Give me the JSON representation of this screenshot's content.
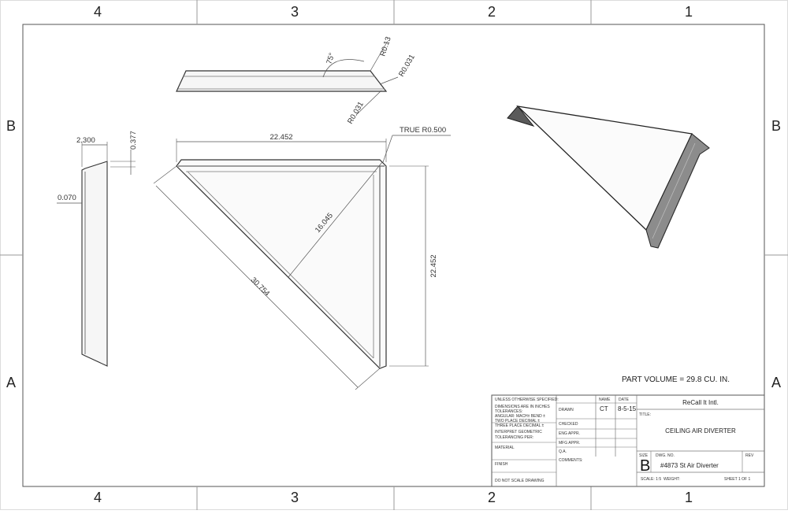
{
  "zones": {
    "columns_top": [
      "4",
      "3",
      "2",
      "1"
    ],
    "columns_bottom": [
      "4",
      "3",
      "2",
      "1"
    ],
    "rows_left": [
      "B",
      "A"
    ],
    "rows_right": [
      "B",
      "A"
    ]
  },
  "dimensions": {
    "width_top": "22.452",
    "height_right": "22.452",
    "hypotenuse": "30.754",
    "altitude": "16.045",
    "true_radius": "TRUE R0.500",
    "side_width": "2.300",
    "side_lip": "0.377",
    "side_thickness": "0.070",
    "angle": "75°",
    "radius_outer": "R0.13",
    "radius_inner_a": "R0.031",
    "radius_inner_b": "R0.031"
  },
  "part_volume": "PART VOLUME = 29.8 CU. IN.",
  "title_block": {
    "notes": [
      "UNLESS OTHERWISE SPECIFIED:",
      "DIMENSIONS ARE IN INCHES",
      "TOLERANCES:",
      "ANGULAR: MACH±  BEND ±",
      "TWO PLACE DECIMAL  ±",
      "THREE PLACE DECIMAL  ±",
      "INTERPRET GEOMETRIC",
      "TOLERANCING PER:",
      "MATERIAL",
      "FINISH",
      "DO NOT SCALE DRAWING"
    ],
    "role_labels": [
      "DRAWN",
      "CHECKED",
      "ENG APPR.",
      "MFG APPR.",
      "Q.A.",
      "COMMENTS:"
    ],
    "name_header": "NAME",
    "date_header": "DATE",
    "drawn_name": "CT",
    "drawn_date": "8-5-15",
    "company": "ReCall It Intl.",
    "title_label": "TITLE:",
    "title": "CEILING AIR DIVERTER",
    "size_label": "SIZE",
    "size": "B",
    "dwg_label": "DWG.  NO.",
    "dwg_no": "#4873 St Air Diverter",
    "rev_label": "REV",
    "scale": "SCALE: 1:5",
    "weight": "WEIGHT:",
    "sheet": "SHEET 1 OF 1"
  }
}
